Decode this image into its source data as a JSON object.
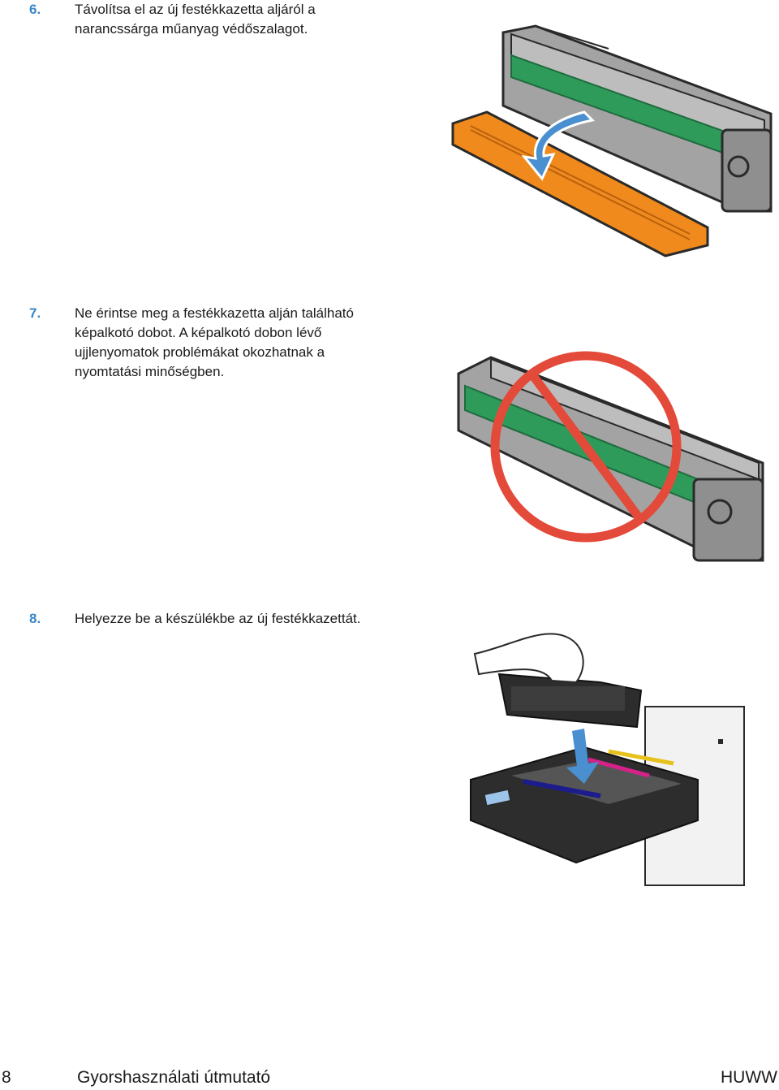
{
  "steps": [
    {
      "number": "6.",
      "text": "Távolítsa el az új festékkazetta aljáról a narancssárga műanyag védőszalagot."
    },
    {
      "number": "7.",
      "text": "Ne érintse meg a festékkazetta alján található képalkotó dobot. A képalkotó dobon lévő ujjlenyomatok problémákat okozhatnak a nyomtatási minőségben."
    },
    {
      "number": "8.",
      "text": "Helyezze be a készülékbe az új festékkazettát."
    }
  ],
  "footer": {
    "page_number": "8",
    "guide_title": "Gyorshasználati útmutató",
    "region_code": "HUWW"
  },
  "colors": {
    "step_number": "#3b86c6",
    "cartridge_gray": "#9a9a9a",
    "drum_green": "#2e9b5a",
    "tape_orange": "#f08a1c",
    "arrow_blue": "#4a8fd0",
    "prohibition_red": "#e34a3a"
  },
  "icons": [
    "curved-arrow-icon",
    "prohibition-icon",
    "down-arrow-icon"
  ]
}
